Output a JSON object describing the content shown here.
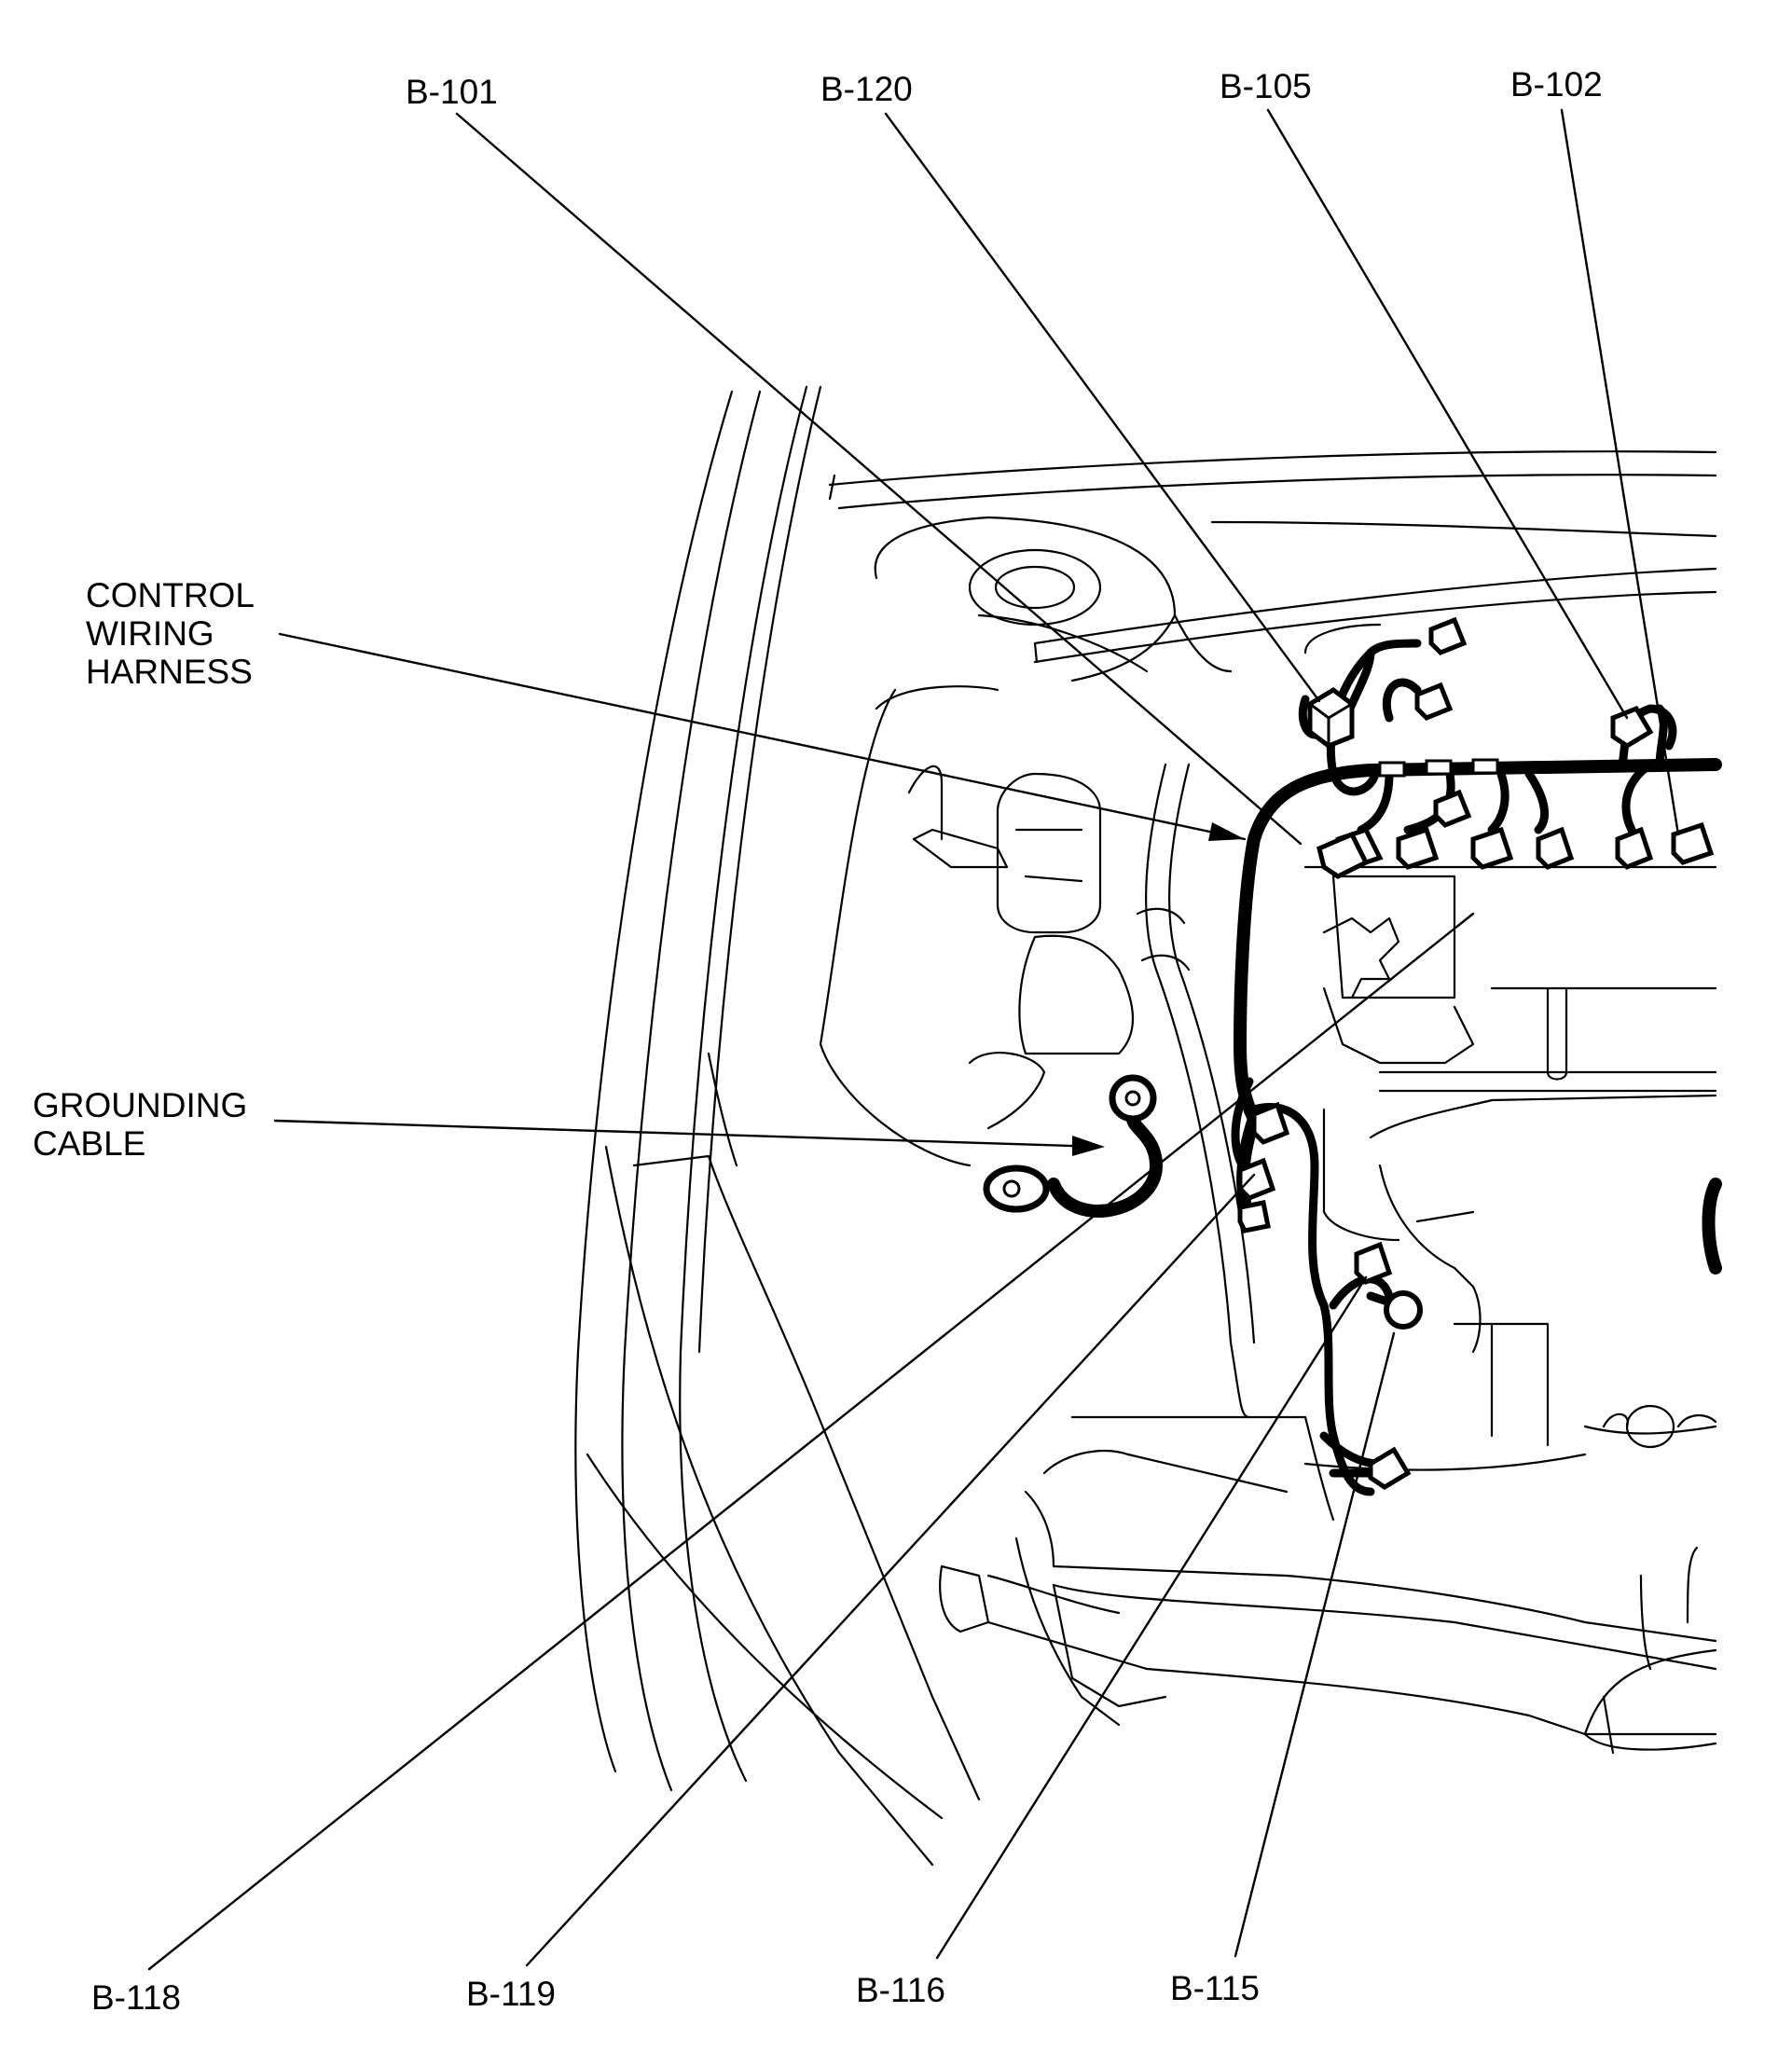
{
  "labels": {
    "b101": "B-101",
    "b120": "B-120",
    "b105": "B-105",
    "b102": "B-102",
    "control_harness": "CONTROL\nWIRING\nHARNESS",
    "grounding_cable": "GROUNDING\nCABLE",
    "b118": "B-118",
    "b119": "B-119",
    "b116": "B-116",
    "b115": "B-115"
  }
}
